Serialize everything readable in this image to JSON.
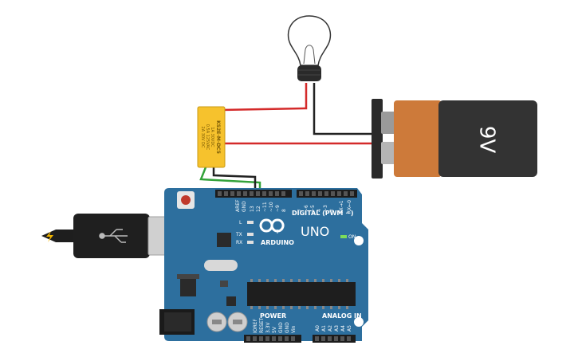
{
  "battery": {
    "label": "9V",
    "body_color": "#333333",
    "band_color": "#cd7a3a"
  },
  "relay": {
    "part_lines": [
      "KS2E-M-DC5",
      "1A 30VDC",
      "0.5A 125VAC",
      "2A 30V DC"
    ],
    "color": "#f6c22d"
  },
  "arduino": {
    "board_color": "#2d6f9e",
    "logo_text": "ARDUINO",
    "model_text": "UNO",
    "digital_label": "DIGITAL (PWM ~)",
    "power_label": "POWER",
    "analog_label": "ANALOG IN",
    "on_label": "ON",
    "led_l": "L",
    "led_tx": "TX",
    "led_rx": "RX",
    "top_pin_labels": [
      "AREF",
      "GND",
      "13",
      "12",
      "~11",
      "~10",
      "~9",
      "8",
      "7",
      "~6",
      "~5",
      "4",
      "~3",
      "2",
      "TX→1",
      "RX←0"
    ],
    "power_pin_labels": [
      "IOREF",
      "RESET",
      "3.3V",
      "5V",
      "GND",
      "GND",
      "Vin"
    ],
    "analog_pin_labels": [
      "A0",
      "A1",
      "A2",
      "A3",
      "A4",
      "A5"
    ]
  },
  "wires": {
    "red": "#d42a2a",
    "black": "#222222",
    "green": "#33a23a"
  }
}
